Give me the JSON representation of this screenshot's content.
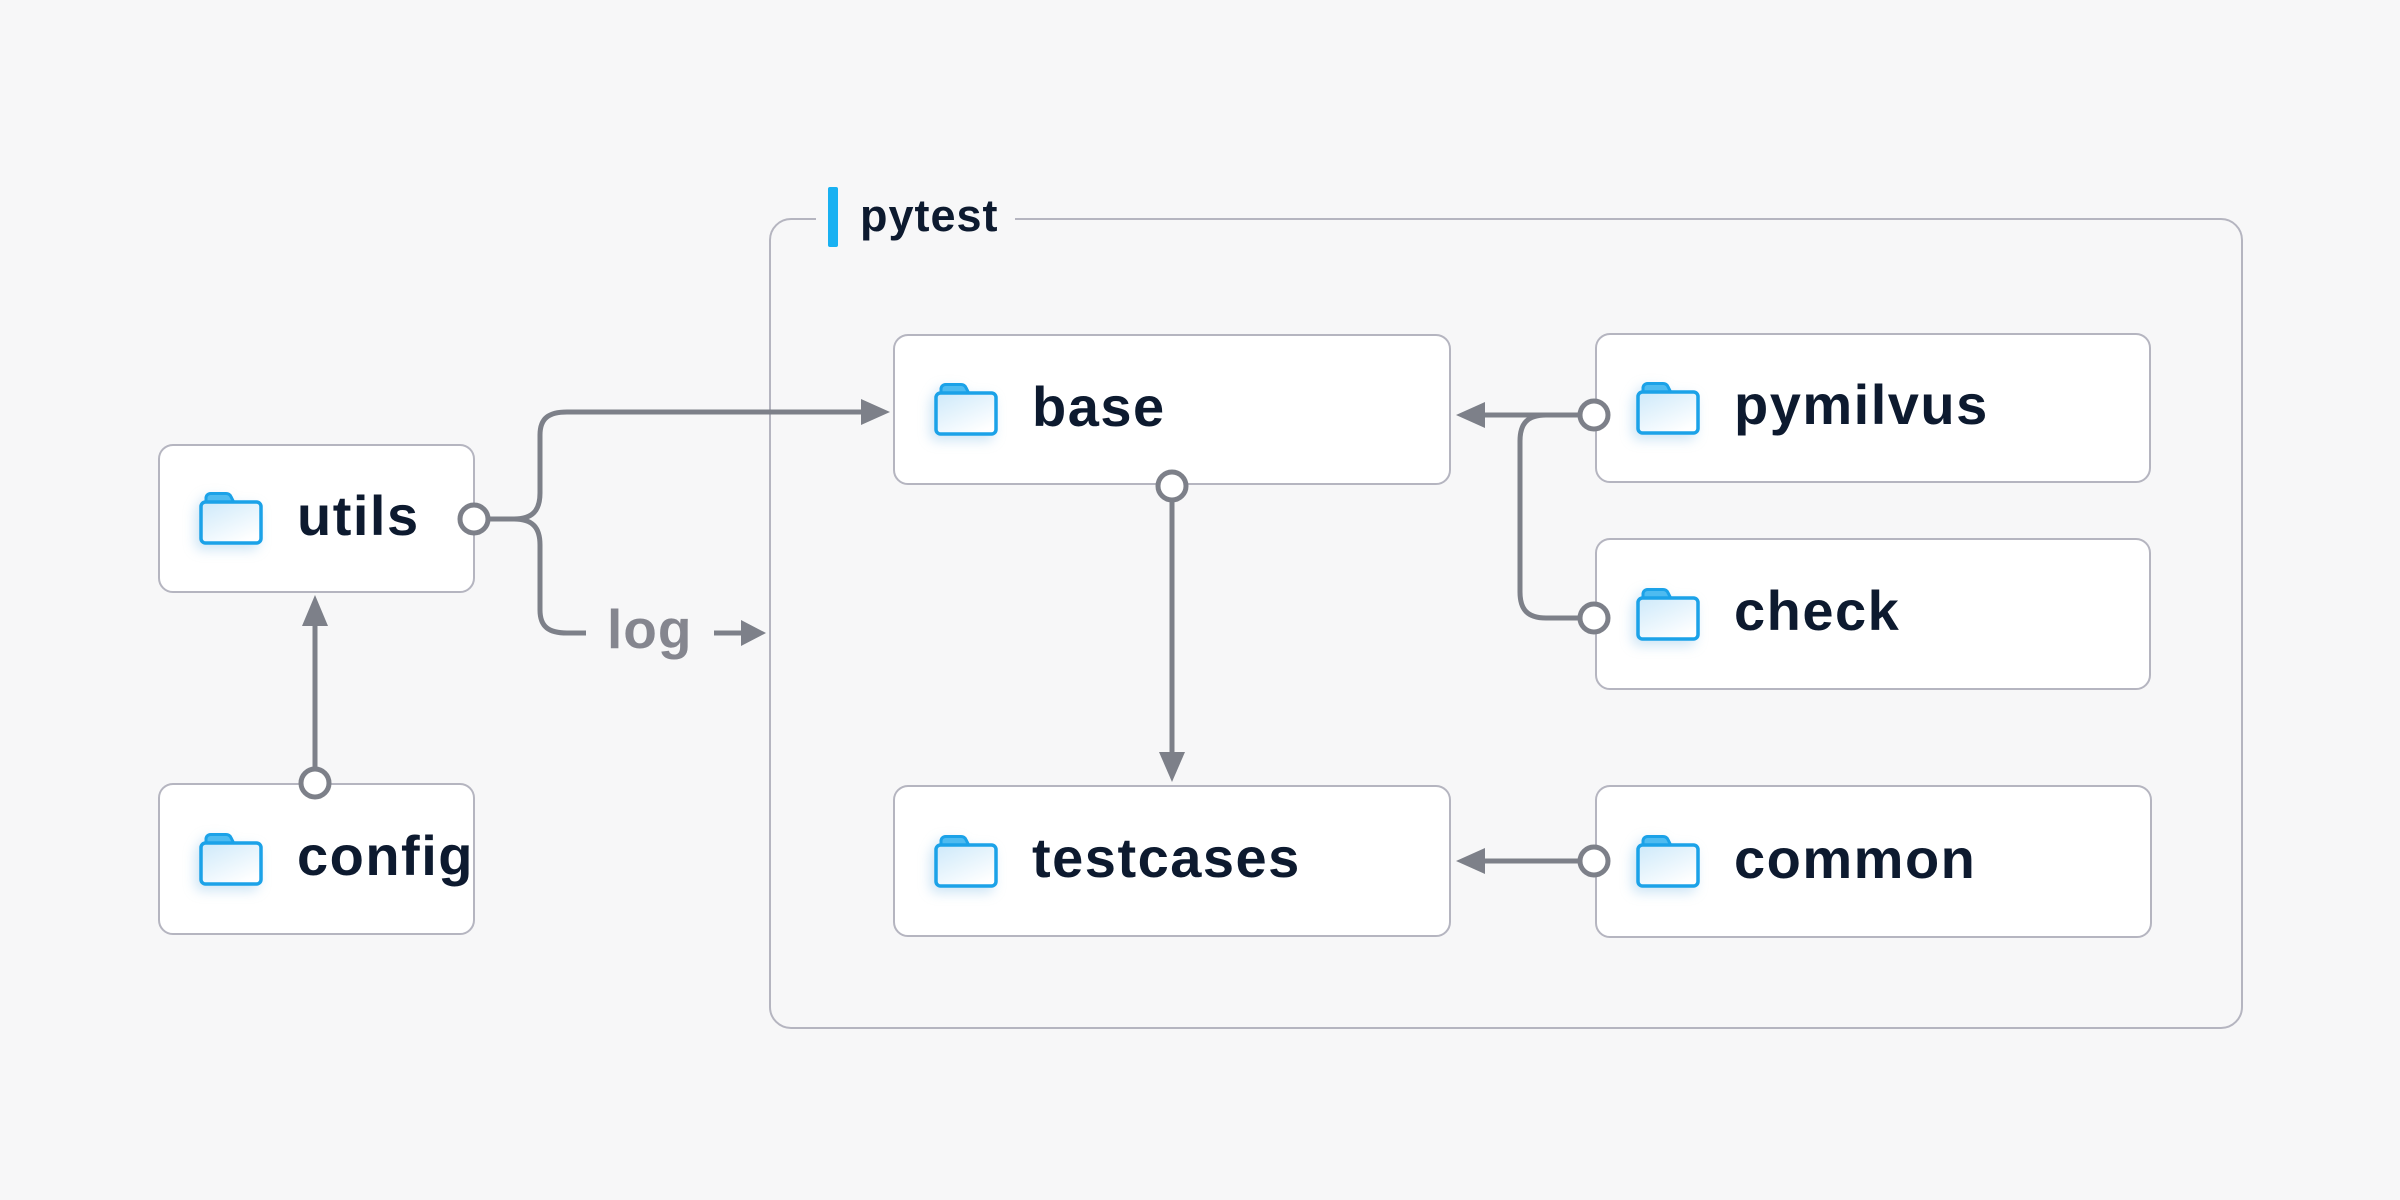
{
  "diagram": {
    "background_color": "#f7f7f8",
    "group": {
      "label": "pytest",
      "accent_color": "#19b1f2"
    },
    "log_label": "log",
    "nodes": [
      {
        "id": "utils",
        "label": "utils",
        "icon": "folder-icon",
        "inside_pytest_group": false
      },
      {
        "id": "config",
        "label": "config",
        "icon": "folder-icon",
        "inside_pytest_group": false
      },
      {
        "id": "base",
        "label": "base",
        "icon": "folder-icon",
        "inside_pytest_group": true
      },
      {
        "id": "testcases",
        "label": "testcases",
        "icon": "folder-icon",
        "inside_pytest_group": true
      },
      {
        "id": "pymilvus",
        "label": "pymilvus",
        "icon": "folder-icon",
        "inside_pytest_group": true
      },
      {
        "id": "check",
        "label": "check",
        "icon": "folder-icon",
        "inside_pytest_group": true
      },
      {
        "id": "common",
        "label": "common",
        "icon": "folder-icon",
        "inside_pytest_group": true
      }
    ],
    "edges": [
      {
        "from": "config",
        "to": "utils"
      },
      {
        "from": "utils",
        "to": "base"
      },
      {
        "from": "utils",
        "to": "pytest-group",
        "label": "log"
      },
      {
        "from": "base",
        "to": "testcases"
      },
      {
        "from": "pymilvus",
        "to": "base"
      },
      {
        "from": "check",
        "to": "base"
      },
      {
        "from": "common",
        "to": "testcases"
      }
    ],
    "colors": {
      "node_fill": "#ffffff",
      "node_border": "#b5b5c0",
      "connector": "#7d8089",
      "text": "#0d1a2f",
      "log_text": "#85868f",
      "folder_stroke": "#1ba2e8",
      "folder_tab_fill": "#4ebbf0",
      "accent_blue": "#19b1f2"
    }
  }
}
